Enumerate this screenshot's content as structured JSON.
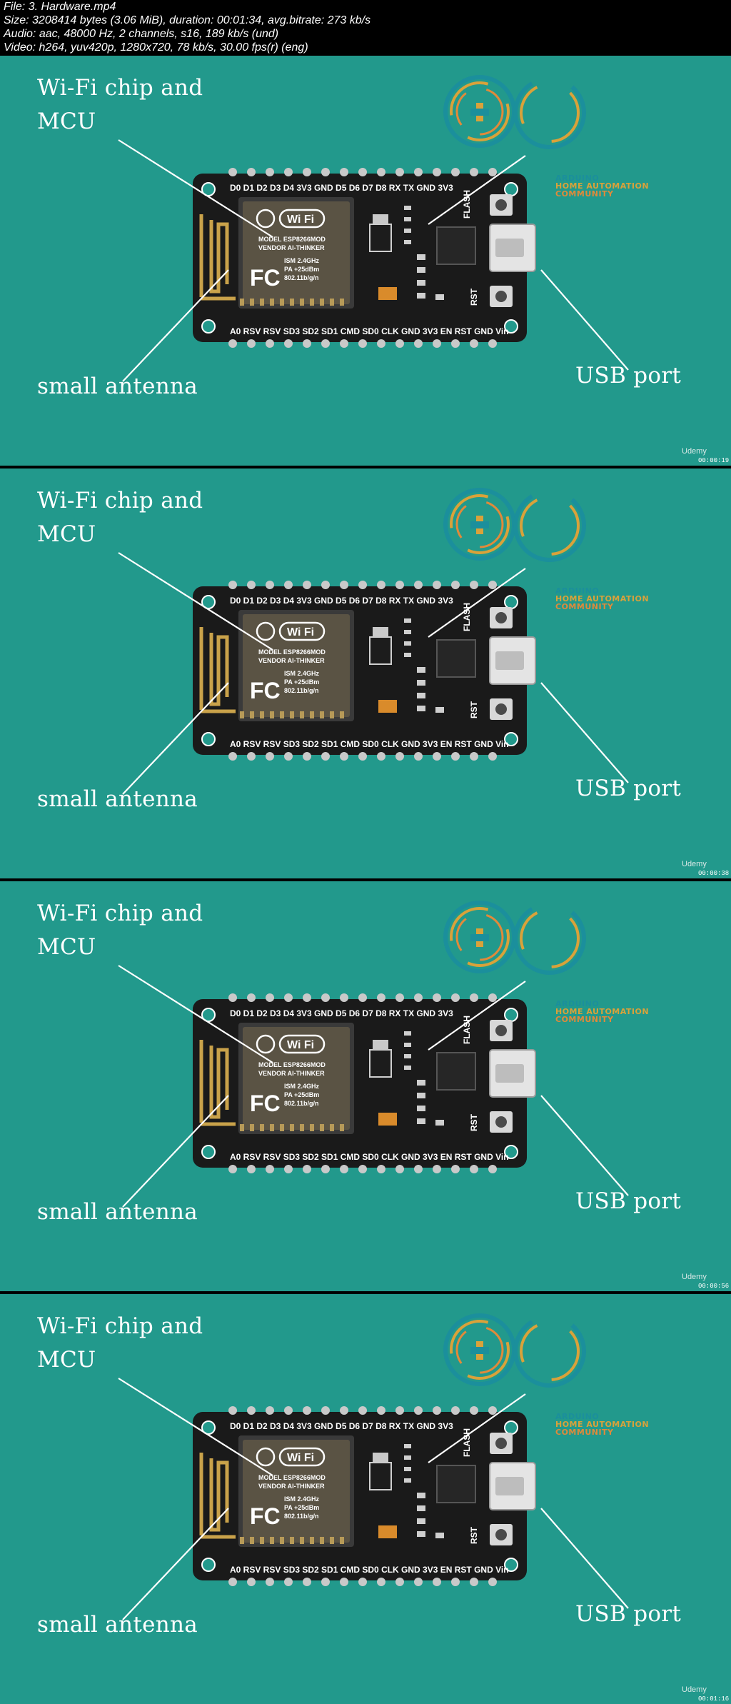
{
  "header": {
    "line1": "File: 3. Hardware.mp4",
    "line2": "Size: 3208414 bytes (3.06 MiB), duration: 00:01:34, avg.bitrate: 273 kb/s",
    "line3": "Audio: aac, 48000 Hz, 2 channels, s16, 189 kb/s (und)",
    "line4": "Video: h264, yuv420p, 1280x720, 78 kb/s, 30.00 fps(r) (eng)"
  },
  "labels": {
    "wifi_line1": "Wi-Fi chip and",
    "wifi_line2": "MCU",
    "antenna": "small antenna",
    "usb": "USB port"
  },
  "logo": {
    "line1": "ARDUINO",
    "line2": "HOME AUTOMATION",
    "line3": "COMMUNITY"
  },
  "board": {
    "top_pins": "D0 D1 D2 D3 D4 3V3 GND D5 D6 D7 D8 RX TX GND 3V3",
    "bottom_pins": "A0 RSV RSV SD3 SD2 SD1 CMD SD0 CLK GND 3V3 EN RST GND Vin",
    "chip_line1": "MODEL ESP8266MOD",
    "chip_line2": "VENDOR AI-THINKER",
    "chip_line3": "ISM 2.4GHz",
    "chip_line4": "PA +25dBm",
    "chip_line5": "802.11b/g/n",
    "wifi_badge": "Wi Fi",
    "flash": "FLASH",
    "rst": "RST"
  },
  "watermark": "Udemy",
  "frames": [
    {
      "timestamp": "00:00:19"
    },
    {
      "timestamp": "00:00:38"
    },
    {
      "timestamp": "00:00:56"
    },
    {
      "timestamp": "00:01:16"
    }
  ],
  "colors": {
    "background": "#22998c",
    "board": "#1a1a1a",
    "pins": "#c9c9c9",
    "chip": "#5a5344",
    "antenna": "#c9a24a"
  }
}
